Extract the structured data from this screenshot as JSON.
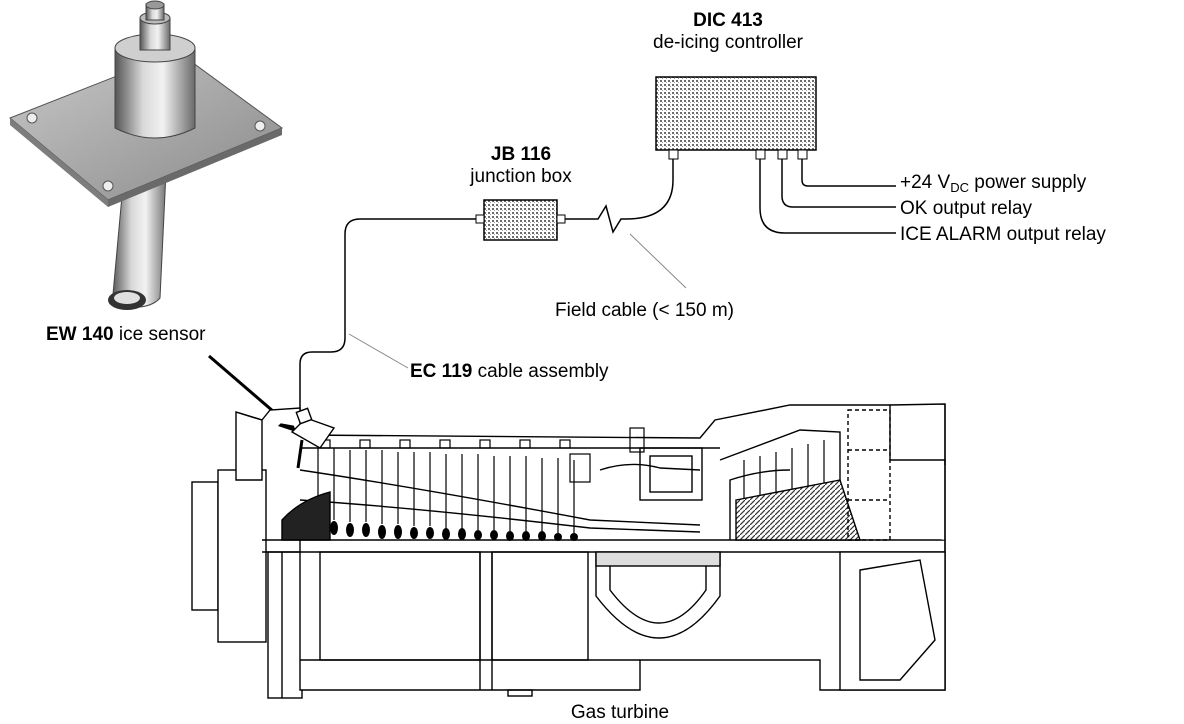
{
  "controller": {
    "model": "DIC 413",
    "description": "de-icing controller"
  },
  "junction_box": {
    "model": "JB 116",
    "description": "junction box"
  },
  "sensor": {
    "model": "EW 140",
    "description": "ice sensor"
  },
  "cable_assembly": {
    "model": "EC 119",
    "description": "cable assembly"
  },
  "field_cable": {
    "label": "Field cable (< 150 m)"
  },
  "outputs": {
    "power_prefix": "+24 V",
    "power_subscript": "DC",
    "power_suffix": " power supply",
    "ok_relay": "OK output relay",
    "ice_alarm_relay": "ICE ALARM output relay"
  },
  "turbine": {
    "label": "Gas turbine"
  },
  "colors": {
    "line": "#000000",
    "stipple": "#7a7a7a",
    "metal": "#b8b8b8"
  }
}
